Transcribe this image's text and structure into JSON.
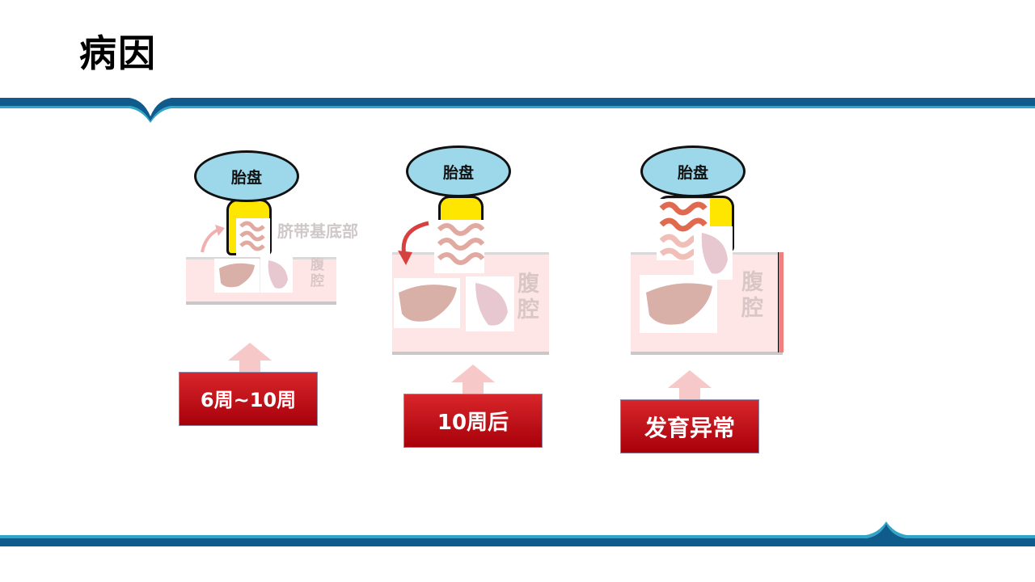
{
  "slide": {
    "title": "病因",
    "colors": {
      "band": "#0e5b8c",
      "band_light": "#2fa6c8",
      "stage_button": "#c0101a",
      "cavity": "#ffe6e6",
      "placenta": "#9cd8ea",
      "cord": "#ffe600"
    },
    "panels": [
      {
        "placenta_label": "胎盘",
        "cavity_label": "腹腔",
        "stage_label": "6周~10周",
        "extra_label": "脐带基底部"
      },
      {
        "placenta_label": "胎盘",
        "cavity_label": "腹腔",
        "stage_label": "10周后"
      },
      {
        "placenta_label": "胎盘",
        "cavity_label": "腹腔",
        "stage_label": "发育异常"
      }
    ],
    "icons": [
      "liver-icon",
      "spleen-icon",
      "intestine-icon",
      "curved-arrow-icon",
      "up-arrow-icon"
    ]
  }
}
